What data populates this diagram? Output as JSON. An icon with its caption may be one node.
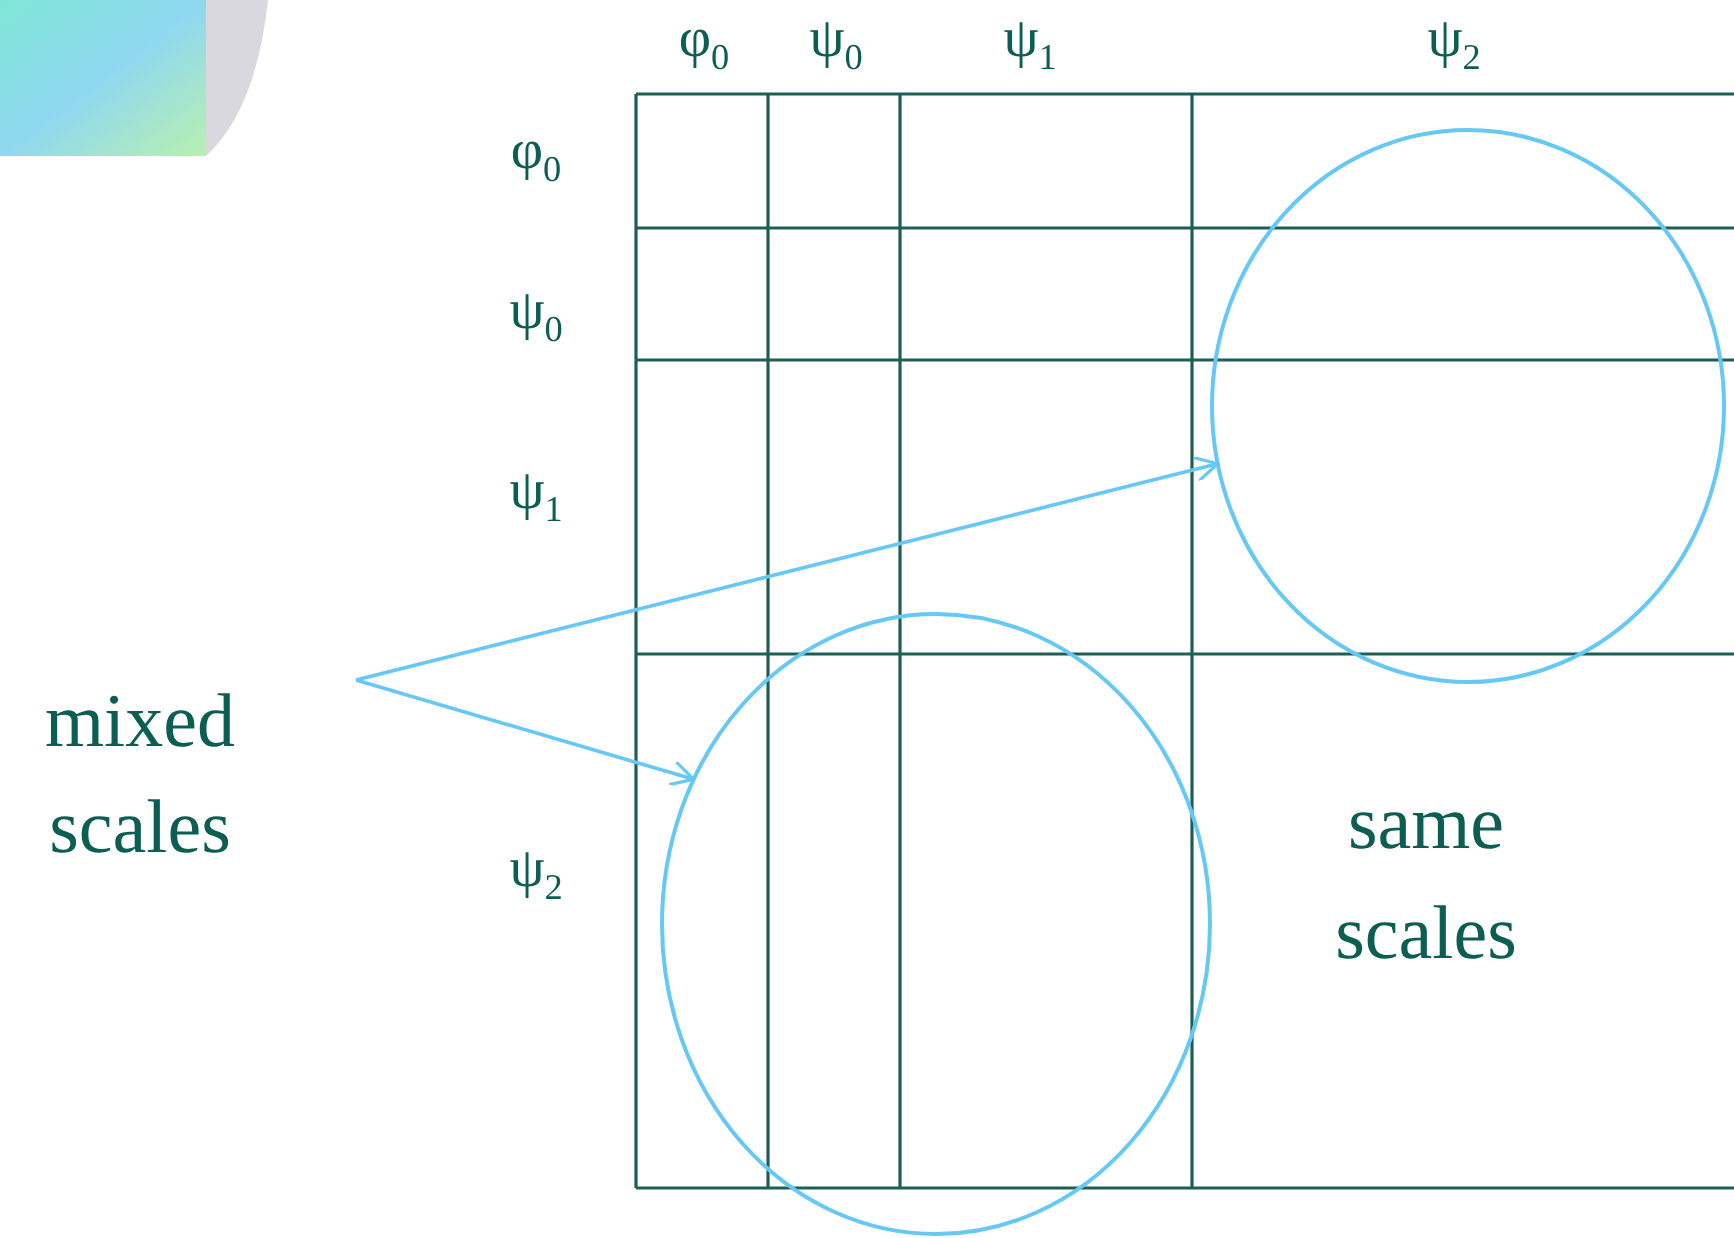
{
  "diagram": {
    "nodes": [
      {
        "text": [
          "mixed scales"
        ]
      },
      {
        "text": [],
        "shape": "circle"
      },
      {
        "text": [],
        "shape": "circle"
      }
    ],
    "edges": [
      {
        "from": 0,
        "to": 1,
        "arrow": "to"
      },
      {
        "from": 0,
        "to": 2,
        "arrow": "to"
      }
    ],
    "labels": [
      "φ$_{0}$",
      "ψ$_{0}$",
      "ψ$_{1}$",
      "ψ$_{2}$",
      "φ$_{0}$",
      "ψ$_{0}$",
      "ψ$_{1}$",
      "ψ$_{2}$",
      "same scales"
    ]
  }
}
